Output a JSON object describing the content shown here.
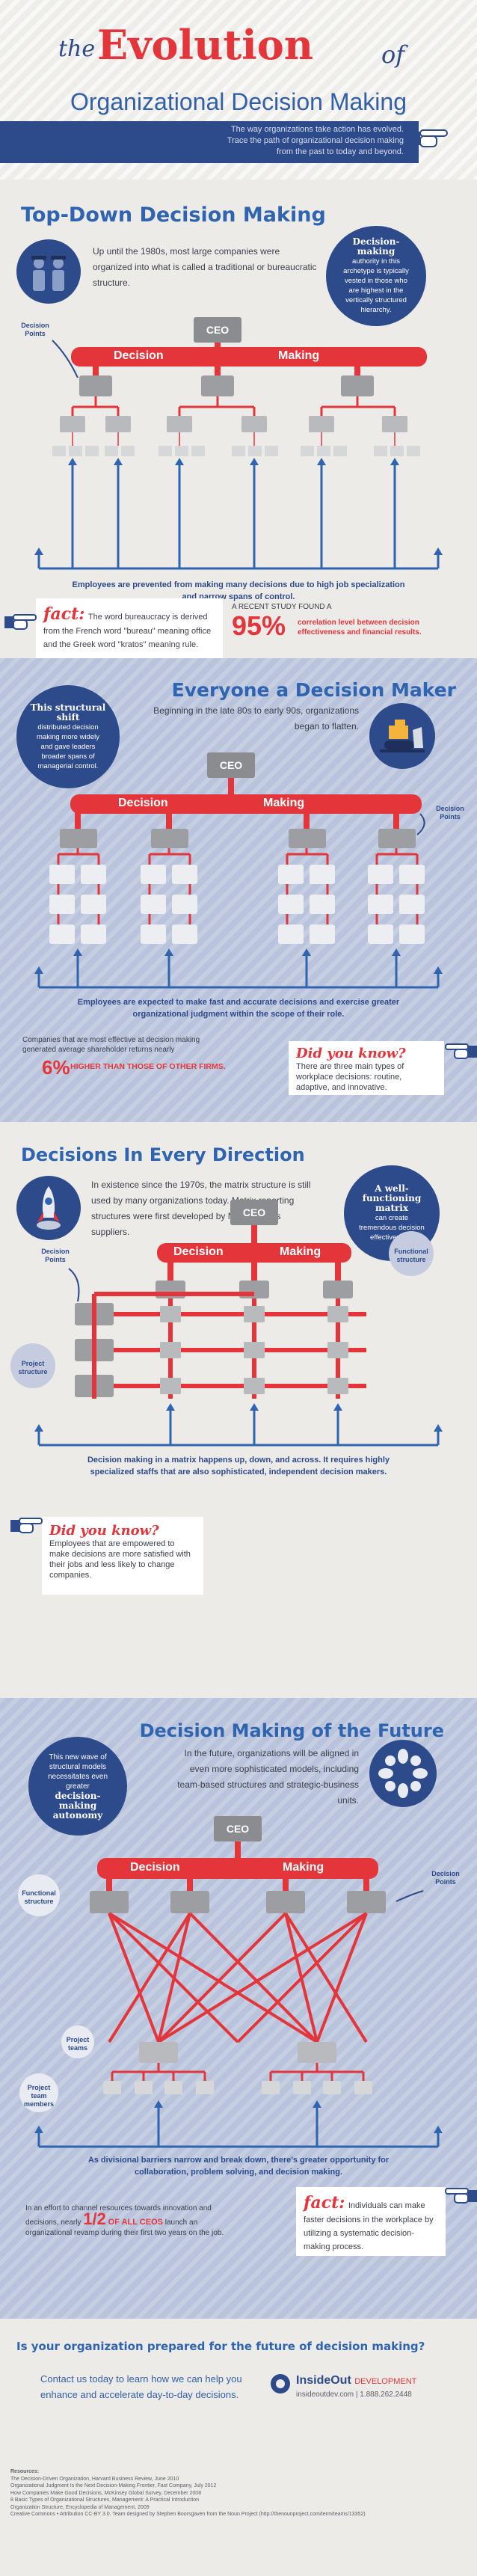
{
  "header": {
    "the": "the",
    "title": "Evolution",
    "of": "of",
    "subtitle": "Organizational Decision Making",
    "intro": "The way organizations take action has evolved. Trace the path of organizational decision making from the past to today and beyond."
  },
  "s1": {
    "title": "Top-Down Decision Making",
    "body": "Up until the 1980s, most large companies were organized into what is called a traditional or bureaucratic structure.",
    "circle_bold": "Decision-making",
    "circle_text": "authority in this archetype is typically vested in those who are highest in the vertically structured hierarchy.",
    "ceo": "CEO",
    "decision": "Decision",
    "making": "Making",
    "points": "Decision Points",
    "note": "Employees are prevented from making many decisions due to high job specialization and narrow spans of control.",
    "fact_title": "fact:",
    "fact_text": "The word bureaucracy is derived from the French word \"bureau\" meaning office and the Greek word \"kratos\" meaning rule.",
    "stat_pre": "A RECENT STUDY FOUND A",
    "stat_big": "95%",
    "stat_text": "correlation level between decision effectiveness and financial results."
  },
  "s2": {
    "title": "Everyone a Decision Maker",
    "body": "Beginning in the late 80s to early 90s, organizations began to flatten.",
    "circle_bold": "This structural shift",
    "circle_text": "distributed decision making more widely and gave leaders broader spans of managerial control.",
    "ceo": "CEO",
    "decision": "Decision",
    "making": "Making",
    "points": "Decision Points",
    "note": "Employees are expected to make fast and accurate decisions and exercise greater organizational judgment within the scope of their role.",
    "stat_pre": "Companies that are most effective at decision making generated average shareholder returns nearly",
    "stat_big": "6%",
    "stat_text": "HIGHER THAN THOSE OF OTHER FIRMS.",
    "dyk_title": "Did you know?",
    "dyk_text": "There are three main types of workplace decisions: routine, adaptive, and innovative."
  },
  "s3": {
    "title": "Decisions In Every Direction",
    "body": "In existence since the 1970s, the matrix structure is still used by many organizations today. Matrix reporting structures were first developed by NASA and its suppliers.",
    "circle_bold": "A well-functioning matrix",
    "circle_text": "can create tremendous decision effectiveness.",
    "ceo": "CEO",
    "decision": "Decision",
    "making": "Making",
    "points": "Decision Points",
    "functional": "Functional structure",
    "project": "Project structure",
    "note": "Decision making in a matrix happens up, down, and across. It requires highly specialized staffs that are also sophisticated, independent decision makers.",
    "dyk_title": "Did you know?",
    "dyk_text": "Employees that are empowered to make decisions are more satisfied with their jobs and less likely to change companies."
  },
  "s4": {
    "title": "Decision Making of the Future",
    "body": "In the future, organizations will be aligned in even more sophisticated models, including team-based structures and strategic-business units.",
    "circle_text1": "This new wave of structural models necessitates even greater",
    "circle_bold": "decision-making autonomy",
    "ceo": "CEO",
    "decision": "Decision",
    "making": "Making",
    "points": "Decision Points",
    "functional": "Functional structure",
    "teams": "Project teams",
    "members": "Project team members",
    "note": "As divisional barriers narrow and break down, there's greater opportunity for collaboration, problem solving, and decision making.",
    "stat_pre": "In an effort to channel resources towards innovation and decisions, nearly",
    "stat_big": "1/2",
    "stat_mid": "OF ALL CEOS",
    "stat_text": "launch an organizational revamp during their first two years on the job.",
    "fact_title": "fact:",
    "fact_text": "Individuals can make faster decisions in the workplace by utilizing a systematic decision-making process."
  },
  "s5": {
    "question": "Is your organization prepared for the future of decision making?",
    "cta": "Contact us today to learn how we can help you enhance and accelerate day-to-day decisions.",
    "brand_a": "InsideOut",
    "brand_b": "DEVELOPMENT",
    "contact": "insideoutdev.com  |  1.888.262.2448",
    "resources_title": "Resources:",
    "resources": [
      "The Decision-Driven Organization, Harvard Business Review, June 2010",
      "Organizational Judgment Is the Next Decision-Making Frontier, Fast Company, July 2012",
      "How Companies Make Good Decisions, McKinsey Global Survey, December 2008",
      "8 Basic Types of Organizational Structures, Management: A Practical Introduction",
      "Organization Structure, Encyclopedia of Management, 2009",
      "Creative Commons • Attribution CC-BY 3.0. Team designed by Stephen Boorsgaven from the Noun Project (http://thenounproject.com/term/teams/13352)"
    ]
  },
  "colors": {
    "red": "#e4353b",
    "navy": "#2d4a8a",
    "blue": "#2f64b0",
    "gray": "#a8aaad"
  }
}
